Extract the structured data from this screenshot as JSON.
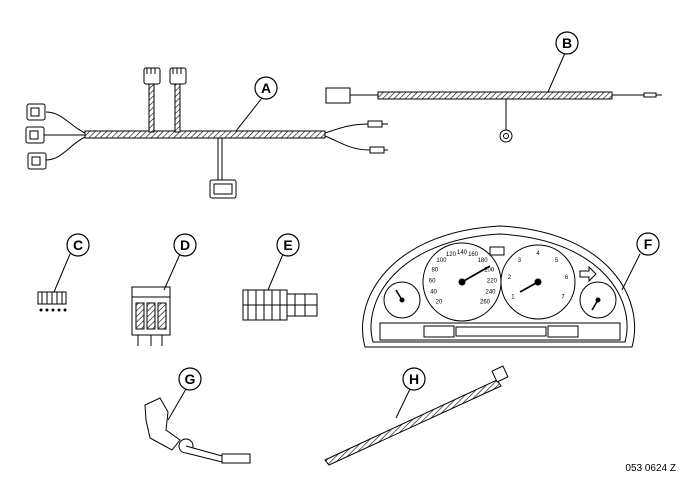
{
  "callouts": {
    "a": "A",
    "b": "B",
    "c": "C",
    "d": "D",
    "e": "E",
    "f": "F",
    "g": "G",
    "h": "H"
  },
  "speedometer_scale": [
    "20",
    "40",
    "60",
    "80",
    "100",
    "120",
    "140",
    "160",
    "180",
    "200",
    "220",
    "240",
    "260"
  ],
  "tachometer_scale": [
    "1",
    "2",
    "3",
    "4",
    "5",
    "6",
    "7"
  ],
  "reference_code": "053 0624 Z",
  "colors": {
    "line": "#000000",
    "background": "#ffffff",
    "hatch_fill": "#ffffff"
  }
}
